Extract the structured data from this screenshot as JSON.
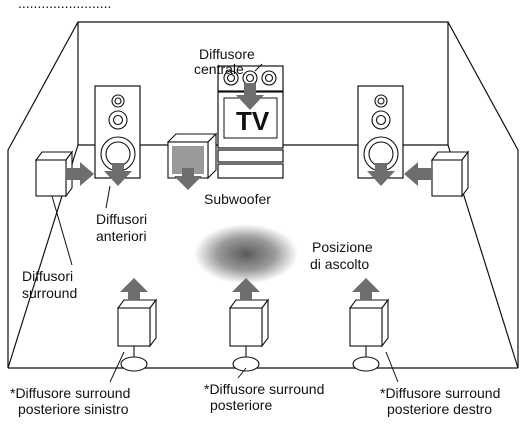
{
  "top_fragment": "........................",
  "labels": {
    "center": [
      "Diffusore",
      "centrale"
    ],
    "tv": "TV",
    "subwoofer": "Subwoofer",
    "front": [
      "Diffusori",
      "anteriori"
    ],
    "listening": [
      "Posizione",
      "di ascolto"
    ],
    "surround": [
      "Diffusori",
      "surround"
    ],
    "rear_left": [
      "*Diffusore surround",
      "posteriore sinistro"
    ],
    "rear_center": [
      "*Diffusore surround",
      "posteriore"
    ],
    "rear_right": [
      "*Diffusore surround",
      "posteriore destro"
    ]
  },
  "colors": {
    "line": "#111111",
    "arrow": "#6e6e6e",
    "subwoofer_face": "#9a9a9a",
    "listening_center": "#5a5a5a"
  },
  "icons": [
    "speaker-icon",
    "subwoofer-icon",
    "tv-icon",
    "arrow-icon",
    "stand-icon"
  ]
}
